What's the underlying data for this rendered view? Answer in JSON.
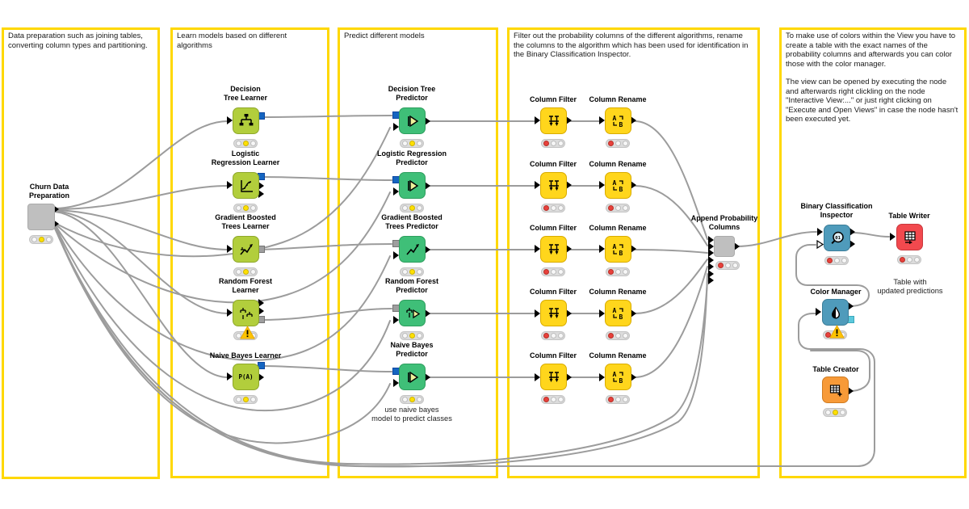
{
  "workflow": {
    "annotations": {
      "prep": {
        "text": "Data preparation such as joining tables, converting column types and partitioning."
      },
      "learn": {
        "text": "Learn  models based on different algorithms"
      },
      "predict": {
        "text": "Predict different models"
      },
      "filter": {
        "text": "Filter out the probability columns of the different algorithms, rename the columns to the algorithm which has been used for identification in the Binary Classification Inspector."
      },
      "colors": {
        "text1": "To make use of colors within the View you have to create a table with the exact names of the probability columns and afterwards you can color those with the color manager.",
        "text2": "The view can be opened by executing the node and afterwards right clickling on the node \"Interactive View:...\" or just right clicking on \"Execute and Open Views\" in case the node hasn't been executed yet."
      }
    },
    "labels": {
      "column_filter": "Column Filter",
      "column_rename": "Column Rename"
    },
    "nodes": {
      "churn": {
        "line1": "Churn Data",
        "line2": "Preparation",
        "status": "configured"
      },
      "decision_tree_learner": {
        "line1": "Decision",
        "line2": "Tree Learner",
        "status": "configured"
      },
      "logistic_regression_learner": {
        "line1": "Logistic",
        "line2": "Regression Learner",
        "status": "configured"
      },
      "gradient_boosted_learner": {
        "line1": "Gradient Boosted",
        "line2": "Trees Learner",
        "status": "configured"
      },
      "random_forest_learner": {
        "line1": "Random Forest",
        "line2": "Learner",
        "status": "warning"
      },
      "naive_bayes_learner": {
        "line1": "Naive Bayes Learner",
        "icon_text": "P(A)",
        "status": "configured"
      },
      "decision_tree_predictor": {
        "line1": "Decision Tree",
        "line2": "Predictor",
        "status": "configured"
      },
      "logistic_regression_predictor": {
        "line1": "Logistic Regression",
        "line2": "Predictor",
        "status": "configured"
      },
      "gradient_boosted_predictor": {
        "line1": "Gradient Boosted",
        "line2": "Trees Predictor",
        "status": "configured"
      },
      "random_forest_predictor": {
        "line1": "Random Forest",
        "line2": "Predictor",
        "status": "configured"
      },
      "naive_bayes_predictor": {
        "line1": "Naive Bayes",
        "line2": "Predictor",
        "status": "configured",
        "comment_line1": "use naive bayes",
        "comment_line2": "model to predict classes"
      },
      "append": {
        "line1": "Append Probability",
        "line2": "Columns",
        "status": "idle"
      },
      "inspector": {
        "line1": "Binary Classification",
        "line2": "Inspector",
        "status": "idle"
      },
      "table_writer": {
        "line1": "Table Writer",
        "status": "idle",
        "comment_line1": "Table with",
        "comment_line2": "updated predictions"
      },
      "color_manager": {
        "line1": "Color Manager",
        "status": "warning"
      },
      "table_creator": {
        "line1": "Table Creator",
        "status": "configured"
      }
    },
    "colors": {
      "annotation_border": "#FFD800",
      "learner_node": "#B2CE3C",
      "predictor_node": "#3FBF78",
      "manipulator_node": "#FFD61C",
      "view_node": "#4F9BBB",
      "writer_node": "#F2494E",
      "source_node": "#F79A38",
      "metanode": "#BFBFBF",
      "wire": "#9C9C9C",
      "model_port": "#1565C0",
      "status_red": "#E8413C",
      "status_yellow": "#FFE000"
    }
  }
}
